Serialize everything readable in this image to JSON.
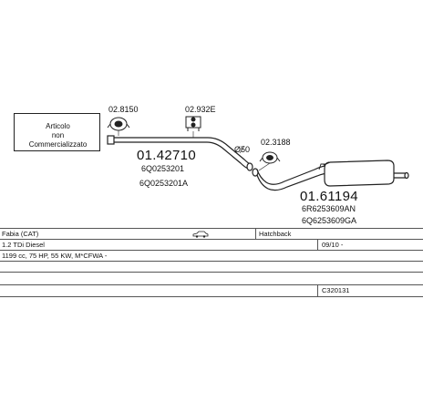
{
  "notice": {
    "line1": "Articolo",
    "line2": "non",
    "line3": "Commercializzato"
  },
  "parts": {
    "clamp_a_code": "02.8150",
    "hanger_b_code": "02.932E",
    "clamp_c_code": "02.3188",
    "pipe_diameter": "Ø50",
    "front_pipe": {
      "number": "01.42710",
      "oe1": "6Q0253201",
      "oe2": "6Q0253201A"
    },
    "rear_silencer": {
      "number": "01.61194",
      "oe1": "6R6253609AN",
      "oe2": "6Q6253609GA"
    }
  },
  "vehicle": {
    "model": "Fabia (CAT)",
    "body": "Hatchback",
    "engine": "1.2 TDi Diesel",
    "production": "09/10 -",
    "specs": "1199 cc, 75 HP, 55 KW, M*CFWA -",
    "catalog_code": "C320131"
  },
  "colors": {
    "line": "#222222",
    "table_line": "#555555"
  }
}
